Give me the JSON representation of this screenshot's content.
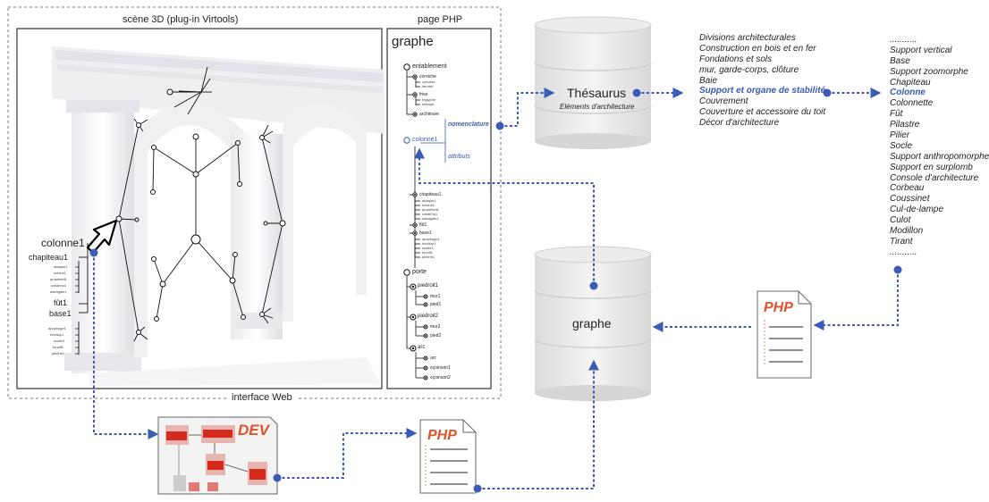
{
  "web_interface": {
    "label": "interface Web",
    "scene_title": "scène 3D (plug-in Virtools)",
    "php_page_title": "page PHP"
  },
  "scene_labels": {
    "colonne1": "colonne1",
    "chapiteau1": "chapiteau1",
    "chapiteau_children": [
      "abaque1",
      "echine1",
      "quadrelet1",
      "collarino1",
      "astragale1"
    ],
    "fut1": "fût1",
    "base1": "base1",
    "base_children": [
      "apophyge1",
      "tondiup1",
      "scotie1",
      "tondif1",
      "plinthe1"
    ]
  },
  "graphe_panel": {
    "title": "graphe",
    "entablement": "entablement",
    "corniche": "corniche",
    "corniche_children": [
      "cymaise",
      "larmier"
    ],
    "frise": "frise",
    "frise_children": [
      "triglyphe",
      "metope"
    ],
    "architrave": "architrave",
    "colonne1": "colonne1",
    "nomenclature": "nomenclature",
    "attributs": "attributs",
    "chapiteau1": "chapiteau1",
    "chapiteau_children": [
      "abaque1",
      "echine1",
      "quadrelet1",
      "collarino1",
      "astragale1"
    ],
    "fut1": "fût1",
    "base1": "base1",
    "base_children": [
      "apophyge1",
      "tondiup1",
      "scotie1",
      "tondif1",
      "plinthe1"
    ],
    "porte": "porte",
    "piedroit1": "piedroit1",
    "mur1": "mur1",
    "pied1": "pied1",
    "piedroit2": "piedroit2",
    "mur2": "mur2",
    "pied2": "pied2",
    "arc": "arc",
    "arc_child": "arc",
    "ecoinson1": "eçoinson1",
    "ecoinson2": "eçoinson2"
  },
  "thesaurus_db": {
    "title": "Thésaurus",
    "subtitle": "Eléments d'architecture"
  },
  "graphe_db": {
    "title": "graphe"
  },
  "thesaurus_list_1": [
    {
      "text": "Divisions architecturales",
      "highlight": false
    },
    {
      "text": "Construction en bois et en fer",
      "highlight": false
    },
    {
      "text": "Fondations et sols",
      "highlight": false
    },
    {
      "text": "mur, garde-corps, clôture",
      "highlight": false
    },
    {
      "text": "Baie",
      "highlight": false
    },
    {
      "text": "Support et organe de stabilité",
      "highlight": true
    },
    {
      "text": "Couvrement",
      "highlight": false
    },
    {
      "text": "Couverture et accessoire du toit",
      "highlight": false
    },
    {
      "text": "Décor d'architecture",
      "highlight": false
    }
  ],
  "thesaurus_list_2": [
    {
      "text": "...........",
      "highlight": false
    },
    {
      "text": "Support vertical",
      "highlight": false
    },
    {
      "text": "Base",
      "highlight": false
    },
    {
      "text": "Support zoomorphe",
      "highlight": false
    },
    {
      "text": "Chapiteau",
      "highlight": false
    },
    {
      "text": "Colonne",
      "highlight": true
    },
    {
      "text": "Colonnette",
      "highlight": false
    },
    {
      "text": "Fût",
      "highlight": false
    },
    {
      "text": "Pilastre",
      "highlight": false
    },
    {
      "text": "Pilier",
      "highlight": false
    },
    {
      "text": "Socle",
      "highlight": false
    },
    {
      "text": "Support anthropomorphe",
      "highlight": false
    },
    {
      "text": "Support en surplomb",
      "highlight": false
    },
    {
      "text": "Console d'architecture",
      "highlight": false
    },
    {
      "text": "Corbeau",
      "highlight": false
    },
    {
      "text": "Coussinet",
      "highlight": false
    },
    {
      "text": "Cul-de-lampe",
      "highlight": false
    },
    {
      "text": "Culot",
      "highlight": false
    },
    {
      "text": "Modillon",
      "highlight": false
    },
    {
      "text": "Tirant",
      "highlight": false
    },
    {
      "text": "...........",
      "highlight": false
    }
  ],
  "docs": {
    "php_right": "PHP",
    "dev": "DEV",
    "php_bottom": "PHP"
  },
  "colors": {
    "accent": "#3b5bb5",
    "php_orange": "#e0522b",
    "db_fill": "#e2e2e2",
    "dev_red": "#d62a1e"
  }
}
